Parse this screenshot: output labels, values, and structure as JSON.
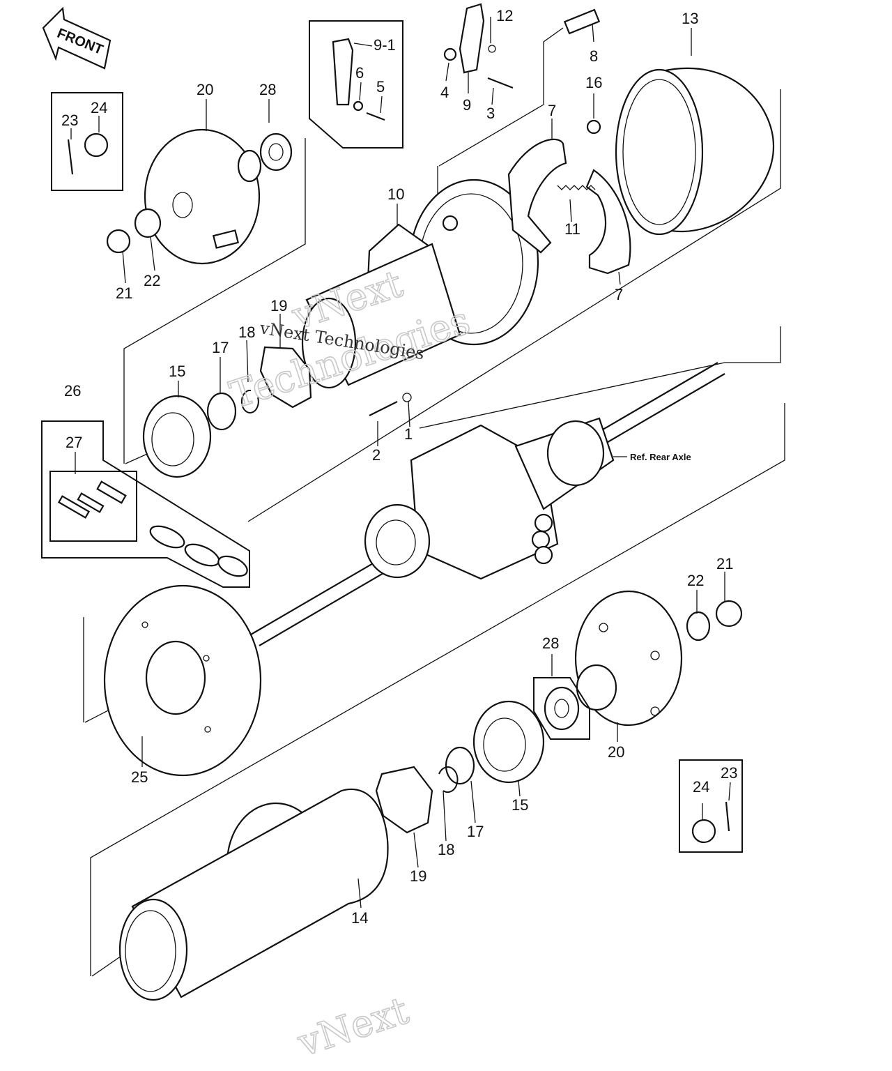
{
  "front_label": "FRONT",
  "ref_label": "Ref. Rear Axle",
  "watermark_line1": "vNext",
  "watermark_line2": "Technologies",
  "watermark_inline": "vNext Technologies",
  "callouts": {
    "c1": "1",
    "c2": "2",
    "c3": "3",
    "c4": "4",
    "c5": "5",
    "c6": "6",
    "c7a": "7",
    "c7b": "7",
    "c8": "8",
    "c9": "9",
    "c9_1": "9-1",
    "c10": "10",
    "c11": "11",
    "c12": "12",
    "c13": "13",
    "c14": "14",
    "c15a": "15",
    "c15b": "15",
    "c16": "16",
    "c17a": "17",
    "c17b": "17",
    "c18a": "18",
    "c18b": "18",
    "c19a": "19",
    "c19b": "19",
    "c20a": "20",
    "c20b": "20",
    "c21a": "21",
    "c21b": "21",
    "c22a": "22",
    "c22b": "22",
    "c23a": "23",
    "c23b": "23",
    "c24a": "24",
    "c24b": "24",
    "c25": "25",
    "c26": "26",
    "c27": "27",
    "c28a": "28",
    "c28b": "28"
  }
}
